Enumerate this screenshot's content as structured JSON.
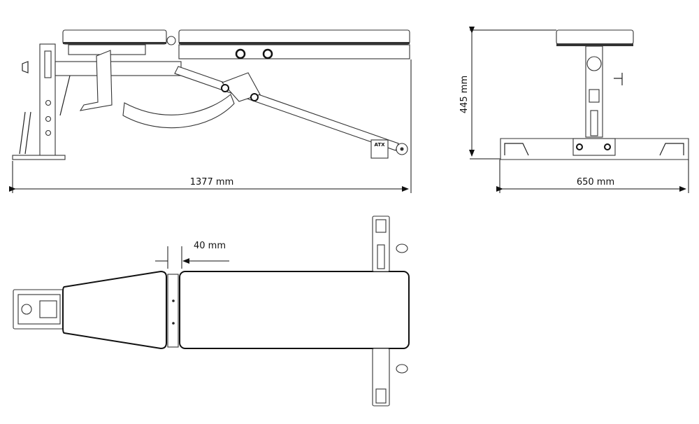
{
  "dimensions": {
    "length": "1377 mm",
    "height": "445 mm",
    "width": "650 mm",
    "gap": "40 mm"
  },
  "brand_marks": [
    "ATX"
  ]
}
